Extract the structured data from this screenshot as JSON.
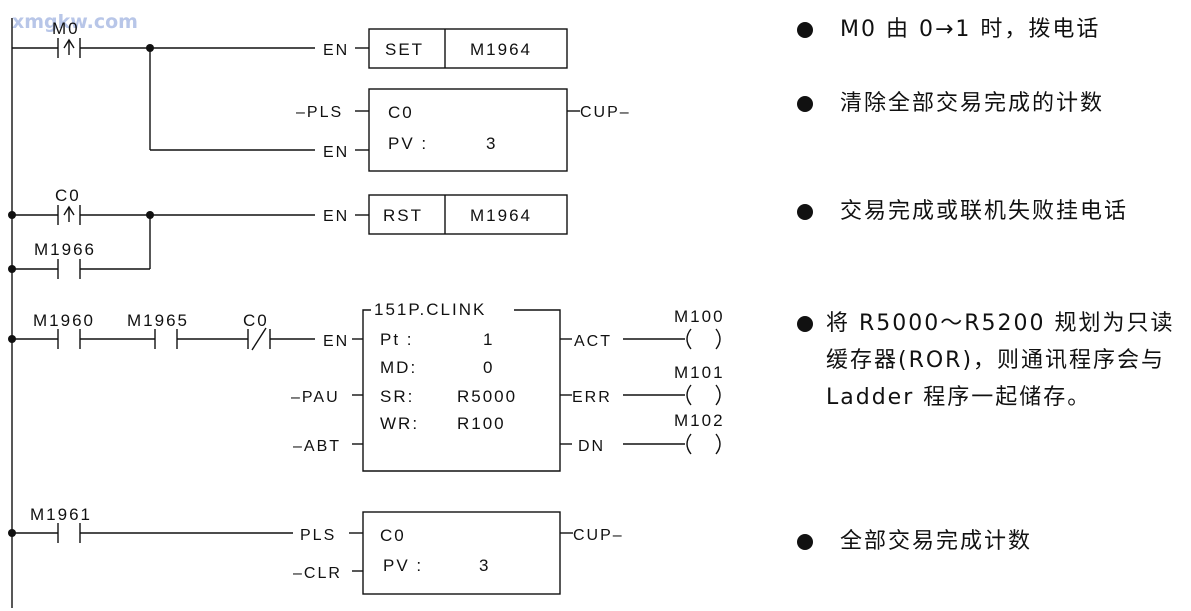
{
  "watermark": "xmgkw.com",
  "rung1": {
    "contact": "M0",
    "set_op": "SET",
    "set_target": "M1964",
    "en": "EN",
    "counter": {
      "pls": "PLS",
      "en": "EN",
      "name": "C0",
      "pv_label": "PV :",
      "pv_value": "3",
      "cup": "CUP"
    }
  },
  "rung2": {
    "contact1": "C0",
    "contact2": "M1966",
    "en": "EN",
    "rst_op": "RST",
    "rst_target": "M1964"
  },
  "rung3": {
    "contacts": [
      "M1960",
      "M1965",
      "C0"
    ],
    "block_title": "151P.CLINK",
    "inputs": [
      "EN",
      "PAU",
      "ABT"
    ],
    "params": [
      {
        "label": "Pt :",
        "value": "1"
      },
      {
        "label": "MD:",
        "value": "0"
      },
      {
        "label": "SR:",
        "value": "R5000"
      },
      {
        "label": "WR:",
        "value": "R100"
      }
    ],
    "outputs": [
      "ACT",
      "ERR",
      "DN"
    ],
    "coils": [
      "M100",
      "M101",
      "M102"
    ]
  },
  "rung4": {
    "contact": "M1961",
    "pls": "PLS",
    "clr": "CLR",
    "name": "C0",
    "pv_label": "PV :",
    "pv_value": "3",
    "cup": "CUP"
  },
  "notes": [
    "M0 由 0→1 时，拨电话",
    "清除全部交易完成的计数",
    "交易完成或联机失败挂电话",
    "将 R5000～R5200 规划为只读缓存器(ROR)，则通讯程序会与 Ladder 程序一起储存。",
    "全部交易完成计数"
  ]
}
